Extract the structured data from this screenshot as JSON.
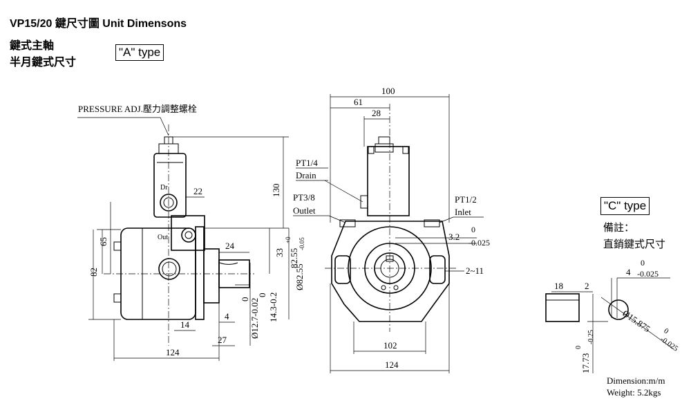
{
  "header": {
    "title": "VP15/20 鍵尺寸圖 Unit Dimensons",
    "line1": "鍵式主軸",
    "line2": "半月鍵式尺寸",
    "type_a": "\"A\" type"
  },
  "labels": {
    "pressure_adj": "PRESSURE ADJ.壓力調整螺栓",
    "dr": "Dr",
    "out": "Out",
    "pt14": "PT1/4",
    "drain": "Drain",
    "pt38": "PT3/8",
    "outlet": "Outlet",
    "pt12": "PT1/2",
    "inlet": "Inlet"
  },
  "dims_side": {
    "d22": "22",
    "d130": "130",
    "d65": "65",
    "d82": "82",
    "d24": "24",
    "d33": "33",
    "d82_55": "82.55",
    "d82_55_tol_up": "+0",
    "d82_55_tol_dn": "-0.05",
    "d82_55_dia": "Ø82.55",
    "d14": "14",
    "d4": "4",
    "d27": "27",
    "d124": "124",
    "shaft_dia": "Ø12.7-0.02",
    "shaft_dia_zero": "0",
    "key_h": "14.3-0.2",
    "key_h_zero": "0"
  },
  "dims_front": {
    "d100": "100",
    "d61": "61",
    "d28": "28",
    "key_w": "3.2",
    "key_w_up": "0",
    "key_w_dn": "-0.025",
    "bolt": "2~11",
    "d102": "102",
    "d124": "124"
  },
  "type_c": {
    "label": "\"C\" type",
    "note": "備註：",
    "note2": "直銷鍵式尺寸",
    "key_w": "4",
    "key_w_up": "0",
    "key_w_dn": "-0.025",
    "d18": "18",
    "d2": "2",
    "shaft": "Ø15.875",
    "shaft_up": "0",
    "shaft_dn": "-0.025",
    "h": "17.73",
    "h_up": "0",
    "h_dn": "-0.25"
  },
  "footer": {
    "dimension": "Dimension:m/m",
    "weight": "Weight: 5.2kgs"
  }
}
